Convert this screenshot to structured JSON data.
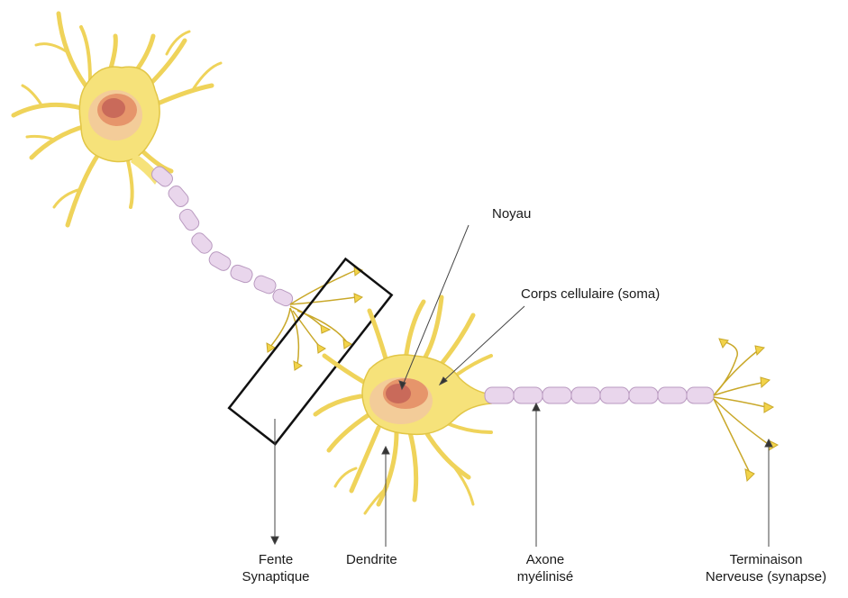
{
  "labels": {
    "noyau": "Noyau",
    "corps": "Corps cellulaire (soma)",
    "fente_line1": "Fente",
    "fente_line2": "Synaptique",
    "dendrite": "Dendrite",
    "axone_line1": "Axone",
    "axone_line2": "myélinisé",
    "terminaison_line1": "Terminaison",
    "terminaison_line2": "Nerveuse (synapse)"
  },
  "colors": {
    "cell_body": "#f6e27a",
    "cell_outline": "#c9a829",
    "nucleus": "#e6956b",
    "nucleolus": "#c96a5a",
    "myelin": "#e9d6ec",
    "myelin_outline": "#b99ac0",
    "terminal": "#f2d34a",
    "annotation_line": "#444444",
    "highlight_box": "#111111"
  }
}
